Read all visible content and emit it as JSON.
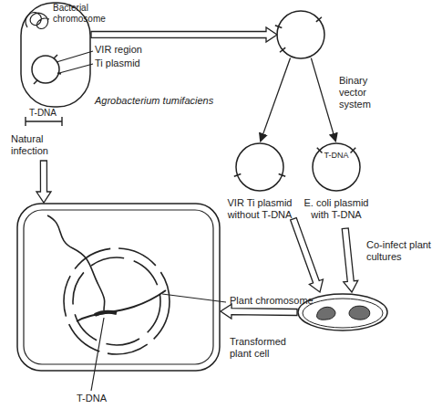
{
  "diagram": {
    "nodes": [
      {
        "text": [
          "Agrobacterium tumifaciens"
        ]
      },
      {
        "text": [
          "Binary vector system"
        ]
      },
      {
        "text": [
          "VIR Ti plasmid without T-DNA"
        ]
      },
      {
        "text": [
          "T-DNA",
          "E. coli plasmid with T-DNA"
        ]
      },
      {
        "text": [
          "Co-infect plant cultures"
        ]
      },
      {
        "text": [
          "Transformed plant cell"
        ]
      }
    ],
    "edges": [
      {
        "from": 0,
        "to": 1,
        "arrow": "to"
      },
      {
        "from": 1,
        "to": 2,
        "arrow": "to"
      },
      {
        "from": 1,
        "to": 3,
        "arrow": "to"
      },
      {
        "from": 2,
        "to": 4,
        "arrow": "to"
      },
      {
        "from": 3,
        "to": 4,
        "arrow": "to"
      },
      {
        "from": 4,
        "to": 5,
        "arrow": "to"
      },
      {
        "from": 0,
        "to": 5,
        "arrow": "to",
        "label": "Natural infection"
      }
    ],
    "labels": [
      "Bacterial chromosome",
      "VIR region",
      "Ti plasmid",
      "T-DNA",
      "Plant chromosome",
      "T-DNA"
    ]
  }
}
